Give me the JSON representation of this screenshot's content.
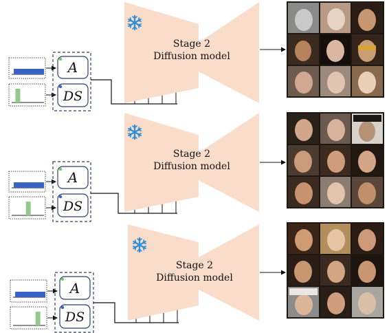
{
  "panels": [
    {
      "stage_label": "Stage 2",
      "model_label": "Diffusion model",
      "token_a": "A",
      "token_ds": "DS",
      "frozen_icon": "snowflake-icon",
      "output_icon": "face-image-grid-icon",
      "distribution_level": 0.1
    },
    {
      "stage_label": "Stage 2",
      "model_label": "Diffusion model",
      "token_a": "A",
      "token_ds": "DS",
      "frozen_icon": "snowflake-icon",
      "output_icon": "face-image-grid-icon",
      "distribution_level": 0.55
    },
    {
      "stage_label": "Stage 2",
      "model_label": "Diffusion model",
      "token_a": "A",
      "token_ds": "DS",
      "frozen_icon": "snowflake-icon",
      "output_icon": "face-image-grid-icon",
      "distribution_level": 0.9
    }
  ],
  "colors": {
    "model_fill": "#f9dcc9",
    "snowflake": "#2f8fd8",
    "bar_blue": "#3a62c4",
    "bar_green": "#93c98b",
    "box_border": "#2e3e6b",
    "dot_green": "#7ac36a",
    "dot_blue": "#3a62c4"
  }
}
